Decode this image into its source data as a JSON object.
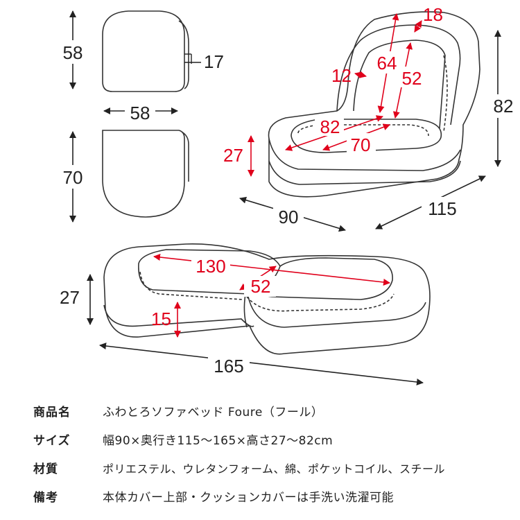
{
  "dimensions": {
    "headrest_height": "58",
    "headrest_thickness": "17",
    "headrest_width": "58",
    "seat_cushion_depth": "70",
    "armrest_width": "18",
    "back_inner_height": "64",
    "back_width": "52",
    "frame_thickness": "12",
    "total_height": "82",
    "seat_width": "82",
    "seat_depth": "70",
    "seat_height": "27",
    "width": "90",
    "depth": "115",
    "bed_cushion_length": "130",
    "bed_cushion_width": "52",
    "bed_height": "27",
    "bed_section_height": "15",
    "bed_length": "165"
  },
  "colors": {
    "outline": "#333333",
    "dimension_red": "#e0001b",
    "dimension_black": "#222222"
  },
  "specs": [
    {
      "label": "商品名",
      "value": "ふわとろソファベッド Foure（フール）"
    },
    {
      "label": "サイズ",
      "value": "幅90×奥行き115〜165×高さ27〜82cm"
    },
    {
      "label": "材質",
      "value": "ポリエステル、ウレタンフォーム、綿、ポケットコイル、スチール"
    },
    {
      "label": "備考",
      "value": "本体カバー上部・クッションカバーは手洗い洗濯可能"
    }
  ]
}
